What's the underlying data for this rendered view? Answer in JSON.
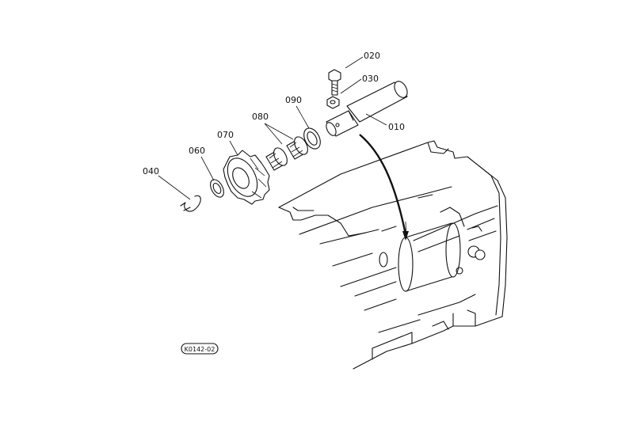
{
  "figure_id": "K0142-02",
  "callouts": [
    {
      "id": "c020",
      "label": "020"
    },
    {
      "id": "c030",
      "label": "030"
    },
    {
      "id": "c010",
      "label": "010"
    },
    {
      "id": "c090",
      "label": "090"
    },
    {
      "id": "c080",
      "label": "080"
    },
    {
      "id": "c070",
      "label": "070"
    },
    {
      "id": "c060",
      "label": "060"
    },
    {
      "id": "c040",
      "label": "040"
    }
  ]
}
